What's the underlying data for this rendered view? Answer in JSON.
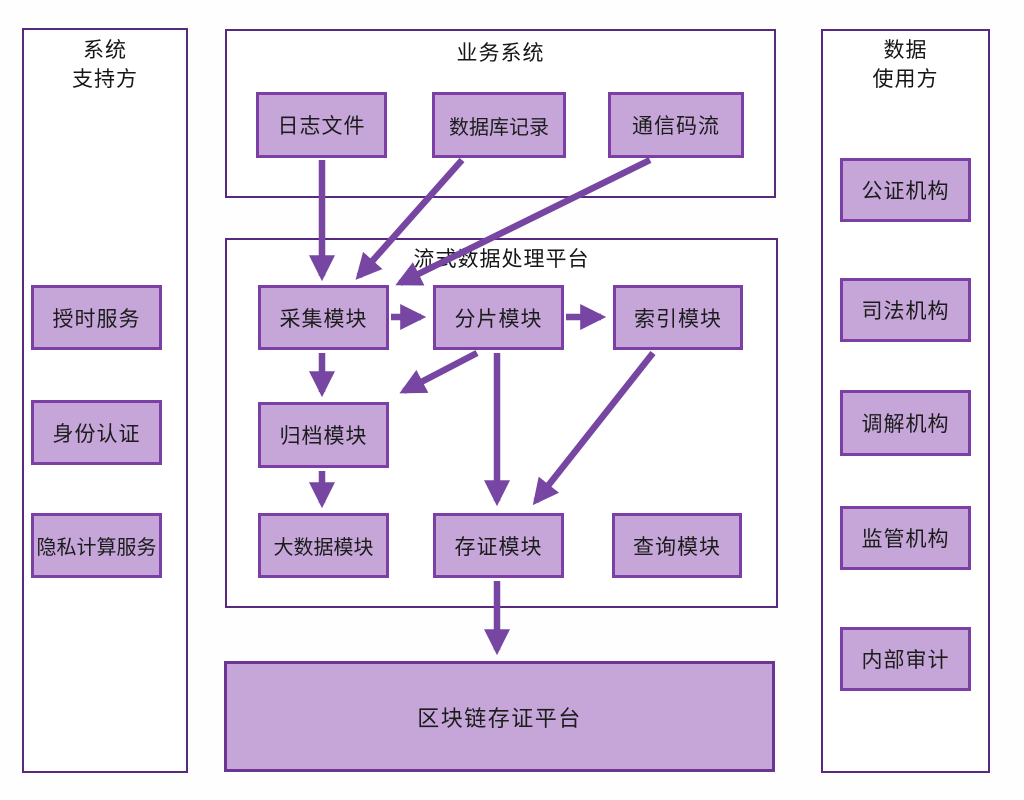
{
  "colors": {
    "node_fill": "#c6a6d9",
    "node_border": "#7b3fa6",
    "container_border": "#582a7f",
    "arrow": "#7646a2",
    "text": "#1c1c1c"
  },
  "left_panel": {
    "title_line1": "系统",
    "title_line2": "支持方",
    "boxes": [
      {
        "label": "授时服务"
      },
      {
        "label": "身份认证"
      },
      {
        "label": "隐私计算服务"
      }
    ]
  },
  "business_panel": {
    "title": "业务系统",
    "boxes": [
      {
        "label": "日志文件"
      },
      {
        "label": "数据库记录"
      },
      {
        "label": "通信码流"
      }
    ]
  },
  "platform_panel": {
    "title": "流式数据处理平台",
    "boxes": [
      {
        "label": "采集模块"
      },
      {
        "label": "分片模块"
      },
      {
        "label": "索引模块"
      },
      {
        "label": "归档模块"
      },
      {
        "label": "大数据模块"
      },
      {
        "label": "存证模块"
      },
      {
        "label": "查询模块"
      }
    ]
  },
  "blockchain_panel": {
    "label": "区块链存证平台"
  },
  "right_panel": {
    "title_line1": "数据",
    "title_line2": "使用方",
    "boxes": [
      {
        "label": "公证机构"
      },
      {
        "label": "司法机构"
      },
      {
        "label": "调解机构"
      },
      {
        "label": "监管机构"
      },
      {
        "label": "内部审计"
      }
    ]
  },
  "edges": [
    {
      "from": "日志文件",
      "to": "采集模块"
    },
    {
      "from": "数据库记录",
      "to": "采集模块"
    },
    {
      "from": "通信码流",
      "to": "采集模块"
    },
    {
      "from": "采集模块",
      "to": "分片模块"
    },
    {
      "from": "分片模块",
      "to": "索引模块"
    },
    {
      "from": "采集模块",
      "to": "归档模块"
    },
    {
      "from": "分片模块",
      "to": "归档模块"
    },
    {
      "from": "归档模块",
      "to": "大数据模块"
    },
    {
      "from": "分片模块",
      "to": "存证模块"
    },
    {
      "from": "索引模块",
      "to": "存证模块"
    },
    {
      "from": "存证模块",
      "to": "区块链存证平台"
    }
  ]
}
